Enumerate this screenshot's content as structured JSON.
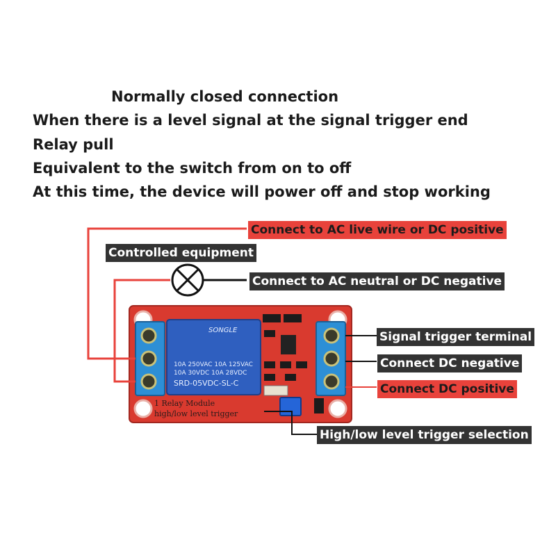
{
  "heading": {
    "title": "Normally closed connection",
    "lines": [
      "When there is a level signal at the signal trigger end",
      "Relay pull",
      "Equivalent to the switch from on to off",
      "At this time, the device will power off and stop working"
    ]
  },
  "labels": {
    "ac_live": "Connect to AC live wire or DC positive",
    "controlled": "Controlled equipment",
    "ac_neutral": "Connect to AC neutral or DC negative",
    "signal": "Signal trigger terminal",
    "dc_negative": "Connect DC negative",
    "dc_positive": "Connect DC positive",
    "trigger_select": "High/low level trigger selection"
  },
  "board": {
    "relay_brand": "SONGLE",
    "relay_lines": [
      "10A 250VAC  10A 125VAC",
      "10A  30VDC  10A  28VDC",
      "SRD-05VDC-SL-C"
    ],
    "silk_line1": "1 Relay  Module",
    "silk_line2": "high/low level trigger"
  },
  "colors": {
    "wire_red": "#e8423b",
    "wire_black": "#111111",
    "board_red": "#d93a2f",
    "relay_blue": "#2f5fbf",
    "terminal_blue": "#2d8fd6"
  }
}
